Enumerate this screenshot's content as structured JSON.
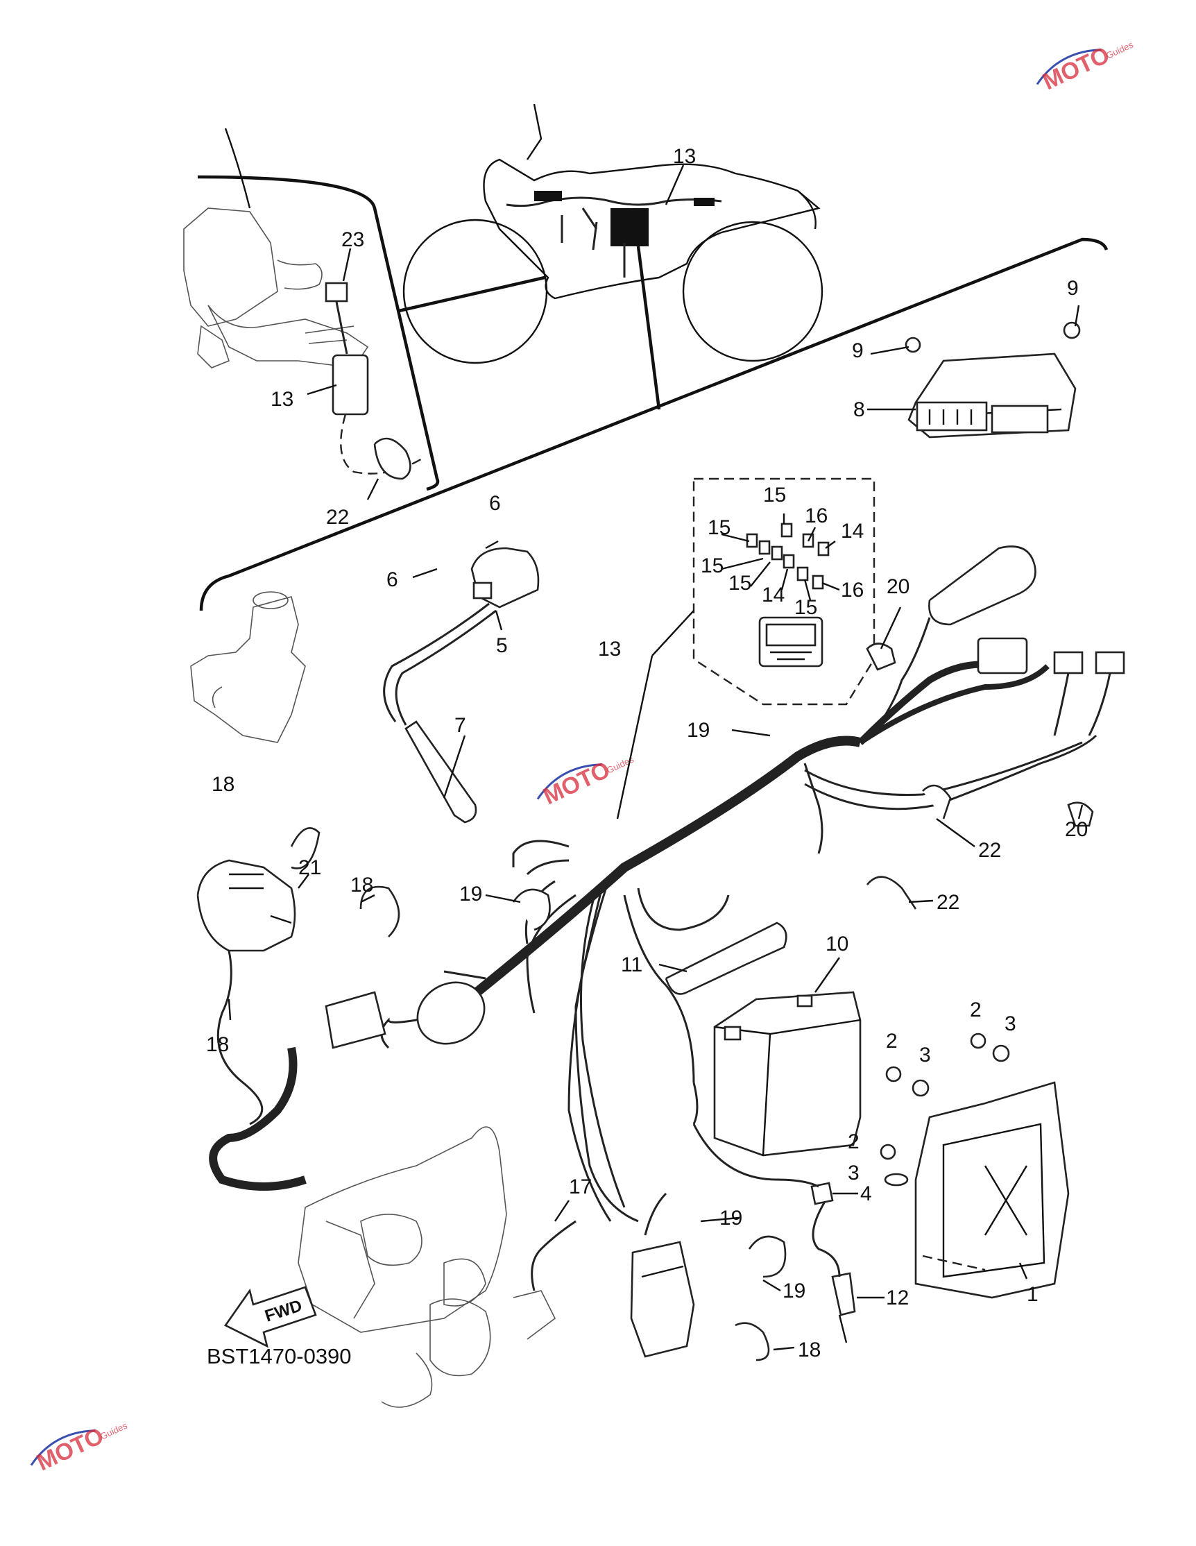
{
  "diagram": {
    "code": "BST1470-0390",
    "fwd_label": "FWD",
    "callouts": {
      "c1": "1",
      "c2a": "2",
      "c2b": "2",
      "c2c": "2",
      "c3a": "3",
      "c3b": "3",
      "c3c": "3",
      "c4": "4",
      "c5": "5",
      "c6a": "6",
      "c6b": "6",
      "c7": "7",
      "c8": "8",
      "c9a": "9",
      "c9b": "9",
      "c10": "10",
      "c11": "11",
      "c12": "12",
      "c13a": "13",
      "c13b": "13",
      "c13c": "13",
      "c14a": "14",
      "c14b": "14",
      "c15a": "15",
      "c15b": "15",
      "c15c": "15",
      "c15d": "15",
      "c15e": "15",
      "c16a": "16",
      "c16b": "16",
      "c17": "17",
      "c18a": "18",
      "c18b": "18",
      "c18c": "18",
      "c18d": "18",
      "c19a": "19",
      "c19b": "19",
      "c19c": "19",
      "c19d": "19",
      "c20a": "20",
      "c20b": "20",
      "c21": "21",
      "c22a": "22",
      "c22b": "22",
      "c22c": "22",
      "c23": "23"
    }
  },
  "watermark": {
    "brand": "MOTO",
    "tagline": "Guides"
  },
  "colors": {
    "line": "#111111",
    "watermark": "#d62b3a",
    "background": "#ffffff"
  }
}
